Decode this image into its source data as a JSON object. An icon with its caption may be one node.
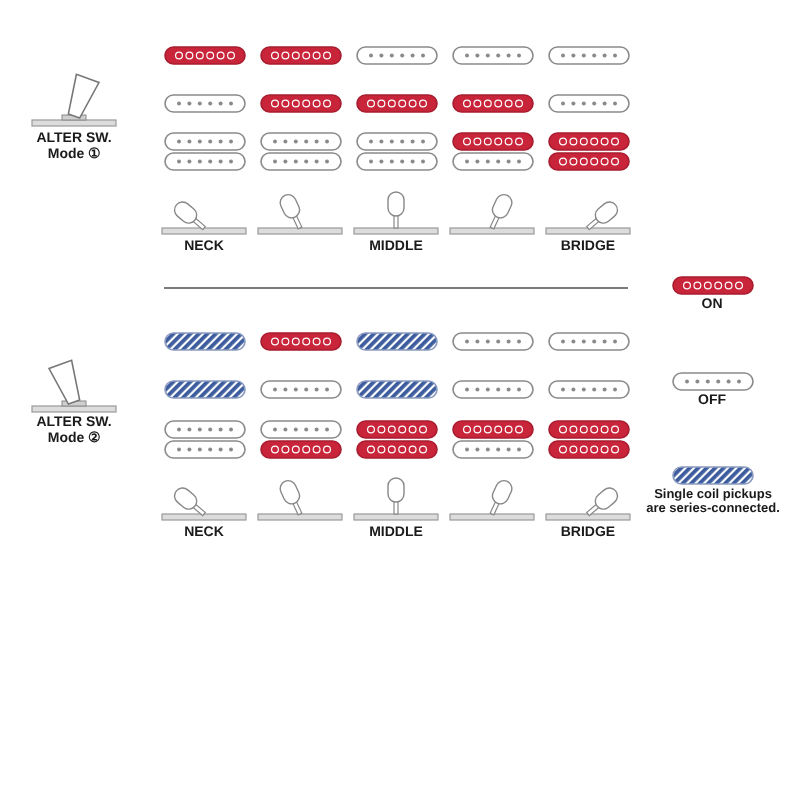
{
  "diagram": {
    "labels": [
      "ALTER SW. Mode ①",
      "NECK",
      "MIDDLE",
      "BRIDGE",
      "ALTER SW. Mode ②",
      "NECK",
      "MIDDLE",
      "BRIDGE"
    ],
    "legend": [
      {
        "text": "ON"
      },
      {
        "text": "OFF"
      },
      {
        "text": "Single coil pickups are series-connected."
      }
    ]
  }
}
